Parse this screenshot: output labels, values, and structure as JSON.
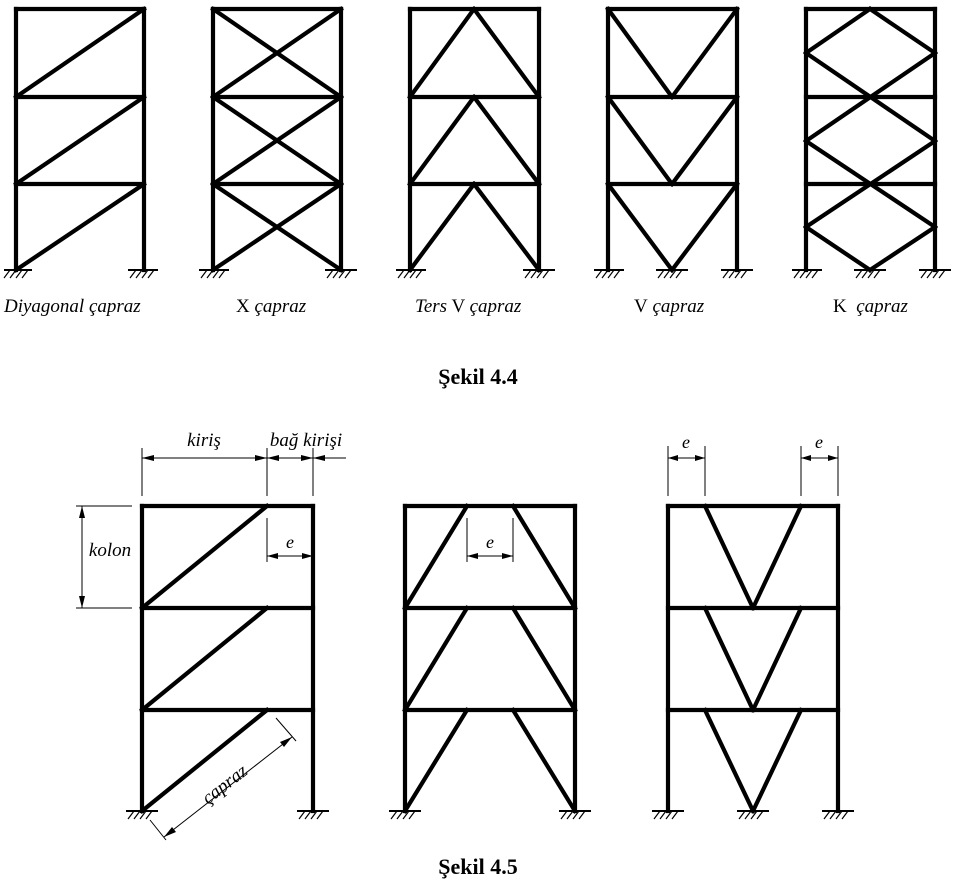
{
  "figure_4_4": {
    "caption": "Şekil 4.4",
    "frames": [
      {
        "type": "diagonal",
        "label_italic": "Diyagonal çapraz",
        "label_plain": ""
      },
      {
        "type": "x",
        "label_italic": " çapraz",
        "label_plain": "X"
      },
      {
        "type": "ters-v",
        "label_italic": "Ters",
        "label_plain": " V ",
        "label_italic2": "çapraz"
      },
      {
        "type": "v",
        "label_italic": " çapraz",
        "label_plain": "V"
      },
      {
        "type": "k",
        "label_italic": "  çapraz",
        "label_plain": "K"
      }
    ]
  },
  "figure_4_5": {
    "caption": "Şekil 4.5",
    "labels": {
      "beam": "kiriş",
      "link_beam": "bağ kirişi",
      "column": "kolon",
      "brace": "çapraz",
      "eccentricity": "e"
    }
  }
}
